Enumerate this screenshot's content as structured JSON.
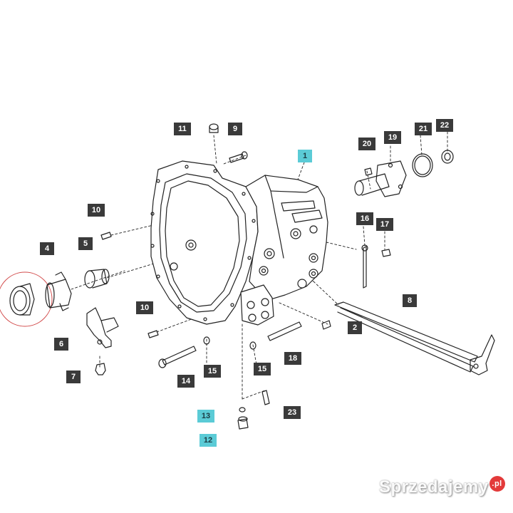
{
  "callouts": [
    {
      "label": "1",
      "style": "cyan"
    },
    {
      "label": "2",
      "style": "dark"
    },
    {
      "label": "4",
      "style": "dark"
    },
    {
      "label": "5",
      "style": "dark"
    },
    {
      "label": "6",
      "style": "dark"
    },
    {
      "label": "7",
      "style": "dark"
    },
    {
      "label": "8",
      "style": "dark"
    },
    {
      "label": "9",
      "style": "dark"
    },
    {
      "label": "10",
      "style": "dark"
    },
    {
      "label": "10",
      "style": "dark"
    },
    {
      "label": "11",
      "style": "dark"
    },
    {
      "label": "12",
      "style": "cyan"
    },
    {
      "label": "13",
      "style": "cyan"
    },
    {
      "label": "14",
      "style": "dark"
    },
    {
      "label": "15",
      "style": "dark"
    },
    {
      "label": "15",
      "style": "dark"
    },
    {
      "label": "16",
      "style": "dark"
    },
    {
      "label": "17",
      "style": "dark"
    },
    {
      "label": "18",
      "style": "dark"
    },
    {
      "label": "19",
      "style": "dark"
    },
    {
      "label": "20",
      "style": "dark"
    },
    {
      "label": "21",
      "style": "dark"
    },
    {
      "label": "22",
      "style": "dark"
    },
    {
      "label": "23",
      "style": "dark"
    }
  ],
  "watermark": {
    "text": "Sprzedajemy",
    "badge": ".pl"
  },
  "colors": {
    "callout_dark": "#3a3a3a",
    "callout_cyan": "#5bcbd6",
    "highlight_circle": "#d24b4b",
    "ink": "#222222"
  }
}
